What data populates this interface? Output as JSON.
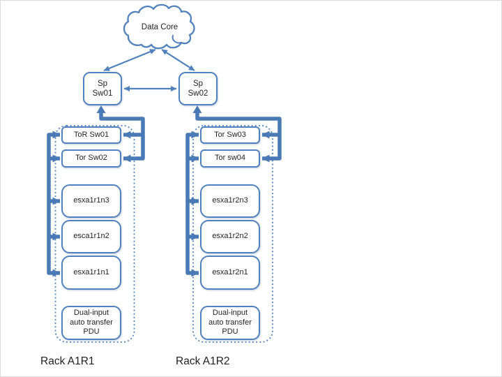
{
  "colors": {
    "accent": "#4f81bd",
    "thick_line": "#4a7ab5",
    "text": "#1f1f1f"
  },
  "cloud": {
    "label": "Data Core"
  },
  "spine_switches": [
    {
      "label": "Sp\nSw01"
    },
    {
      "label": "Sp\nSw02"
    }
  ],
  "racks": [
    {
      "name": "Rack A1R1",
      "tor_switches": [
        "ToR Sw01",
        "Tor Sw02"
      ],
      "hosts": [
        "esxa1r1n3",
        "esca1r1n2",
        "esxa1r1n1"
      ],
      "pdu": "Dual-input\nauto transfer\nPDU"
    },
    {
      "name": "Rack A1R2",
      "tor_switches": [
        "Tor Sw03",
        "Tor sw04"
      ],
      "hosts": [
        "esxa1r2n3",
        "esxa1r2n2",
        "esxa1r2n1"
      ],
      "pdu": "Dual-input\nauto transfer\nPDU"
    }
  ]
}
